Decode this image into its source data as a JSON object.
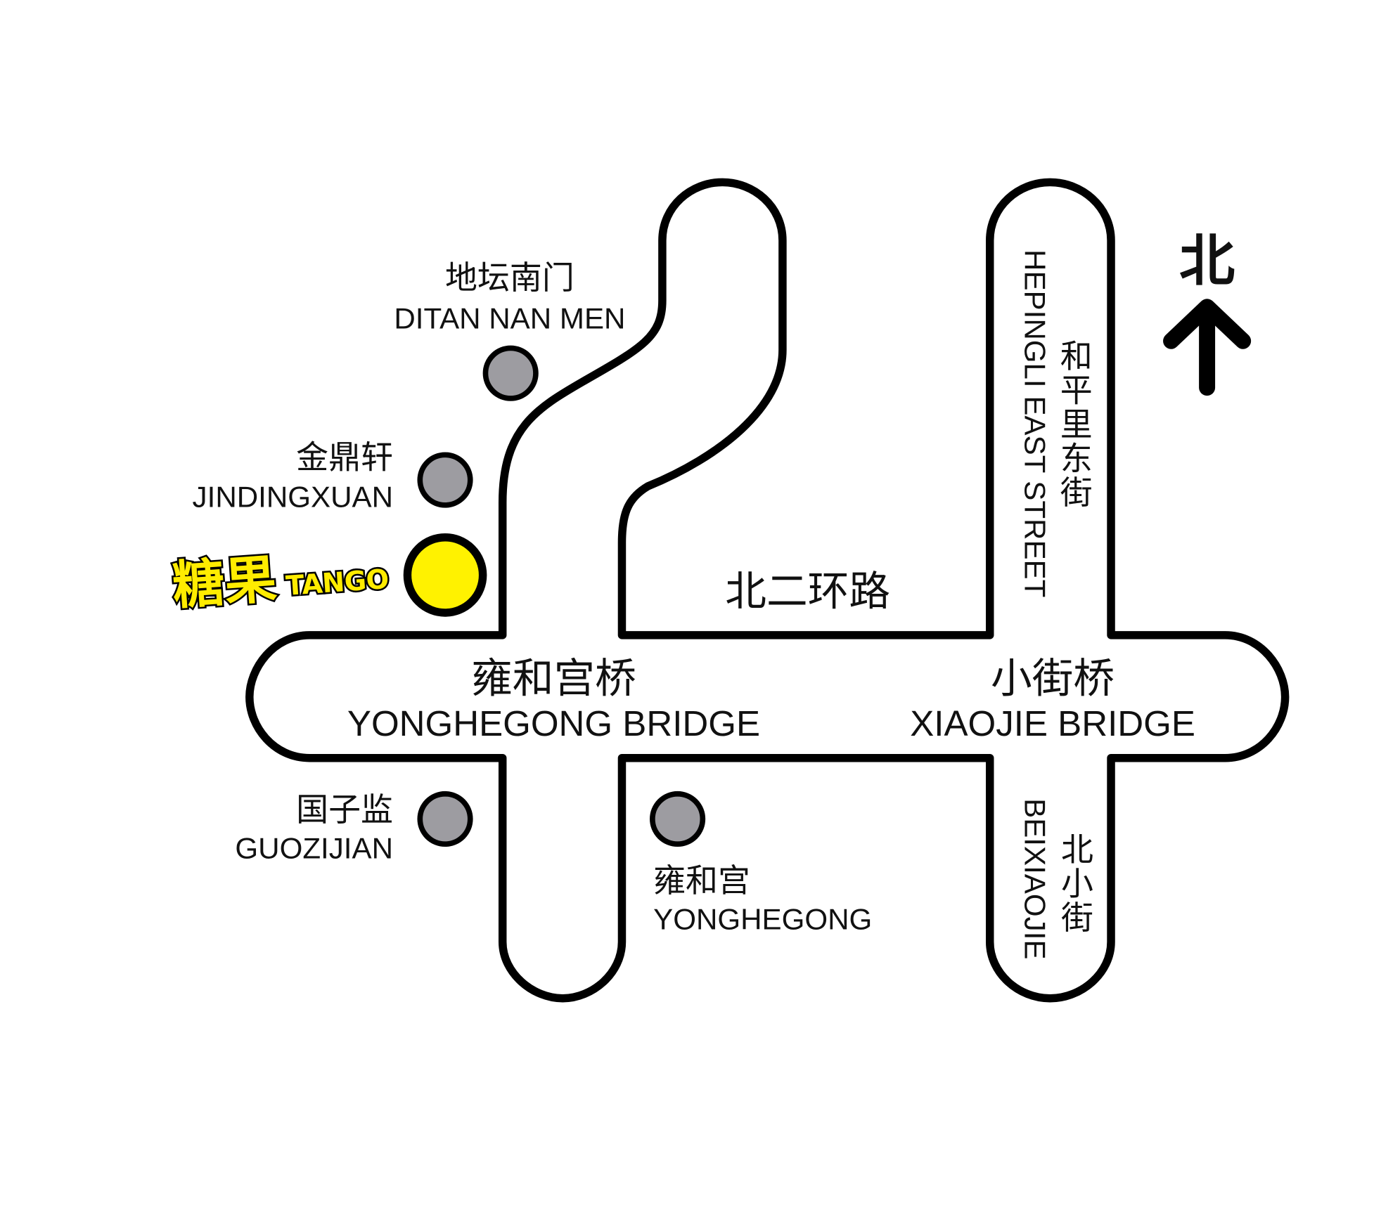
{
  "north": {
    "label": "北"
  },
  "roads": {
    "beierhuan": "北二环路",
    "hepingli_cn": "和平里东街",
    "hepingli_en": "HEPINGLI EAST STREET",
    "beixiaojie_cn": "北小街",
    "beixiaojie_en": "BEIXIAOJIE"
  },
  "bridges": [
    {
      "cn": "雍和宫桥",
      "en": "YONGHEGONG BRIDGE"
    },
    {
      "cn": "小街桥",
      "en": "XIAOJIE BRIDGE"
    }
  ],
  "stations": [
    {
      "cn": "地坛南门",
      "en": "DITAN NAN MEN"
    },
    {
      "cn": "金鼎轩",
      "en": "JINDINGXUAN"
    },
    {
      "cn": "国子监",
      "en": "GUOZIJIAN"
    },
    {
      "cn": "雍和宫",
      "en": "YONGHEGONG"
    }
  ],
  "destination": {
    "logo_cn": "糖果",
    "logo_en": "TANGO"
  },
  "colors": {
    "road_outline": "#000000",
    "station": "#9d9ca1",
    "destination": "#fff200"
  }
}
